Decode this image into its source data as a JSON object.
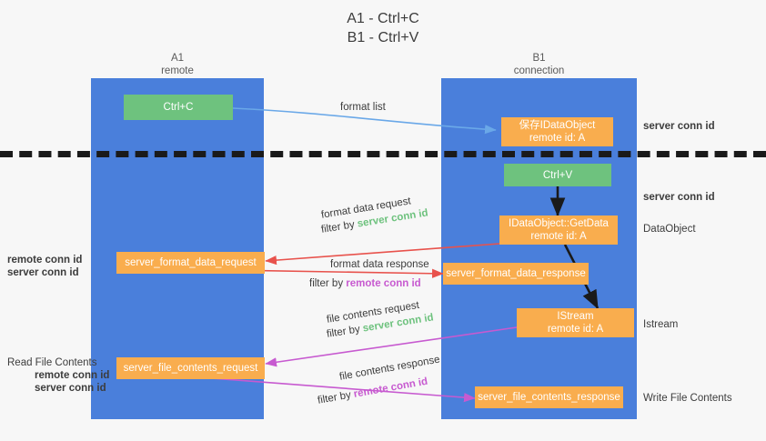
{
  "title": {
    "line1": "A1 - Ctrl+C",
    "line2": "B1 - Ctrl+V"
  },
  "lanes": [
    {
      "name": "A1",
      "sub": "remote"
    },
    {
      "name": "B1",
      "sub": "connection"
    }
  ],
  "nodes": {
    "ctrl_c": {
      "label": "Ctrl+C"
    },
    "save_idataobject": {
      "line1": "保存IDataObject",
      "line2": "remote id: A"
    },
    "ctrl_v": {
      "label": "Ctrl+V"
    },
    "getdata": {
      "line1": "IDataObject::GetData",
      "line2": "remote id: A"
    },
    "istream": {
      "line1": "IStream",
      "line2": "remote id: A"
    },
    "server_format_data_request": {
      "label": "server_format_data_request"
    },
    "server_format_data_response": {
      "label": "server_format_data_response"
    },
    "server_file_contents_request": {
      "label": "server_file_contents_request"
    },
    "server_file_contents_response": {
      "label": "server_file_contents_response"
    }
  },
  "edge_labels": {
    "format_list": "format list",
    "format_data_request": "format data request",
    "format_data_request_filter_prefix": "filter by ",
    "format_data_request_filter_key": "server conn id",
    "format_data_response": "format data response",
    "format_data_response_filter_prefix": "filter by ",
    "format_data_response_filter_key": "remote conn id",
    "file_contents_request": "file contents request",
    "file_contents_request_filter_prefix": "filter by ",
    "file_contents_request_filter_key": "server conn id",
    "file_contents_response": "file contents response",
    "file_contents_response_filter_prefix": "filter by ",
    "file_contents_response_filter_key": "remote conn id"
  },
  "right_annotations": [
    {
      "text": "server conn id",
      "kind": "green"
    },
    {
      "text": "server conn id",
      "kind": "green"
    },
    {
      "text": "DataObject",
      "kind": "plain"
    },
    {
      "text": "Istream",
      "kind": "plain"
    },
    {
      "text": "Write File Contents",
      "kind": "plain"
    }
  ],
  "left_annotations": {
    "group1": {
      "remote": "remote conn id",
      "server": "server conn id"
    },
    "group2": {
      "heading": "Read File Contents",
      "remote": "remote conn id",
      "server": "server conn id"
    }
  },
  "colors": {
    "lane": "#4a7fdb",
    "green": "#6ec27e",
    "orange": "#f9ad4e",
    "background": "#f7f7f7",
    "arrow_blue": "#6aa8e8",
    "arrow_red": "#e8524c",
    "arrow_magenta": "#c75ad0",
    "arrow_dark": "#1a1a1a",
    "text": "#3c3c3c"
  }
}
